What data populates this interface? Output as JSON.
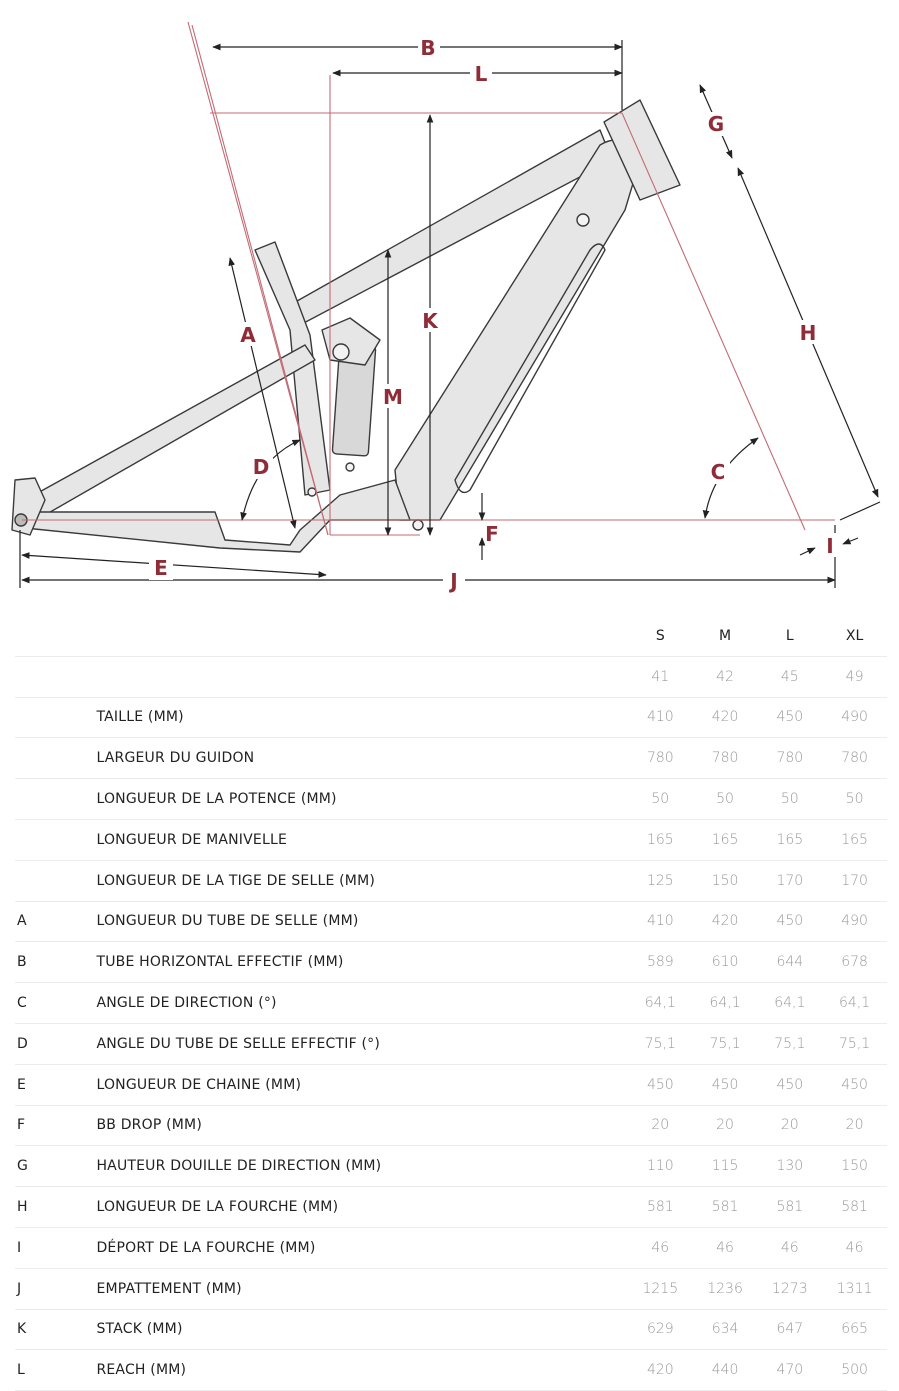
{
  "diagram": {
    "labels": [
      "A",
      "B",
      "C",
      "D",
      "E",
      "F",
      "G",
      "H",
      "I",
      "J",
      "K",
      "L",
      "M"
    ],
    "colors": {
      "accent": "#8f2c37",
      "frame_fill": "#e6e6e6",
      "frame_stroke": "#3a3a3a"
    }
  },
  "table": {
    "sizes": [
      "S",
      "M",
      "L",
      "XL"
    ],
    "rows": [
      {
        "letter": "",
        "name": "",
        "values": [
          "41",
          "42",
          "45",
          "49"
        ]
      },
      {
        "letter": "",
        "name": "TAILLE (MM)",
        "values": [
          "410",
          "420",
          "450",
          "490"
        ]
      },
      {
        "letter": "",
        "name": "LARGEUR DU GUIDON",
        "values": [
          "780",
          "780",
          "780",
          "780"
        ]
      },
      {
        "letter": "",
        "name": "LONGUEUR DE LA POTENCE (MM)",
        "values": [
          "50",
          "50",
          "50",
          "50"
        ]
      },
      {
        "letter": "",
        "name": "LONGUEUR DE MANIVELLE",
        "values": [
          "165",
          "165",
          "165",
          "165"
        ]
      },
      {
        "letter": "",
        "name": "LONGUEUR DE LA TIGE DE SELLE (MM)",
        "values": [
          "125",
          "150",
          "170",
          "170"
        ]
      },
      {
        "letter": "A",
        "name": "LONGUEUR DU TUBE DE SELLE (MM)",
        "values": [
          "410",
          "420",
          "450",
          "490"
        ]
      },
      {
        "letter": "B",
        "name": "TUBE HORIZONTAL EFFECTIF (MM)",
        "values": [
          "589",
          "610",
          "644",
          "678"
        ]
      },
      {
        "letter": "C",
        "name": "ANGLE DE DIRECTION (°)",
        "values": [
          "64,1",
          "64,1",
          "64,1",
          "64,1"
        ]
      },
      {
        "letter": "D",
        "name": "ANGLE DU TUBE DE SELLE EFFECTIF (°)",
        "values": [
          "75,1",
          "75,1",
          "75,1",
          "75,1"
        ]
      },
      {
        "letter": "E",
        "name": "LONGUEUR DE CHAINE (MM)",
        "values": [
          "450",
          "450",
          "450",
          "450"
        ]
      },
      {
        "letter": "F",
        "name": "BB DROP (MM)",
        "values": [
          "20",
          "20",
          "20",
          "20"
        ]
      },
      {
        "letter": "G",
        "name": "HAUTEUR DOUILLE DE DIRECTION (MM)",
        "values": [
          "110",
          "115",
          "130",
          "150"
        ]
      },
      {
        "letter": "H",
        "name": "LONGUEUR DE LA FOURCHE (MM)",
        "values": [
          "581",
          "581",
          "581",
          "581"
        ]
      },
      {
        "letter": "I",
        "name": "DÉPORT DE LA FOURCHE (MM)",
        "values": [
          "46",
          "46",
          "46",
          "46"
        ]
      },
      {
        "letter": "J",
        "name": "EMPATTEMENT (MM)",
        "values": [
          "1215",
          "1236",
          "1273",
          "1311"
        ]
      },
      {
        "letter": "K",
        "name": "STACK (MM)",
        "values": [
          "629",
          "634",
          "647",
          "665"
        ]
      },
      {
        "letter": "L",
        "name": "REACH (MM)",
        "values": [
          "420",
          "440",
          "470",
          "500"
        ]
      }
    ]
  }
}
